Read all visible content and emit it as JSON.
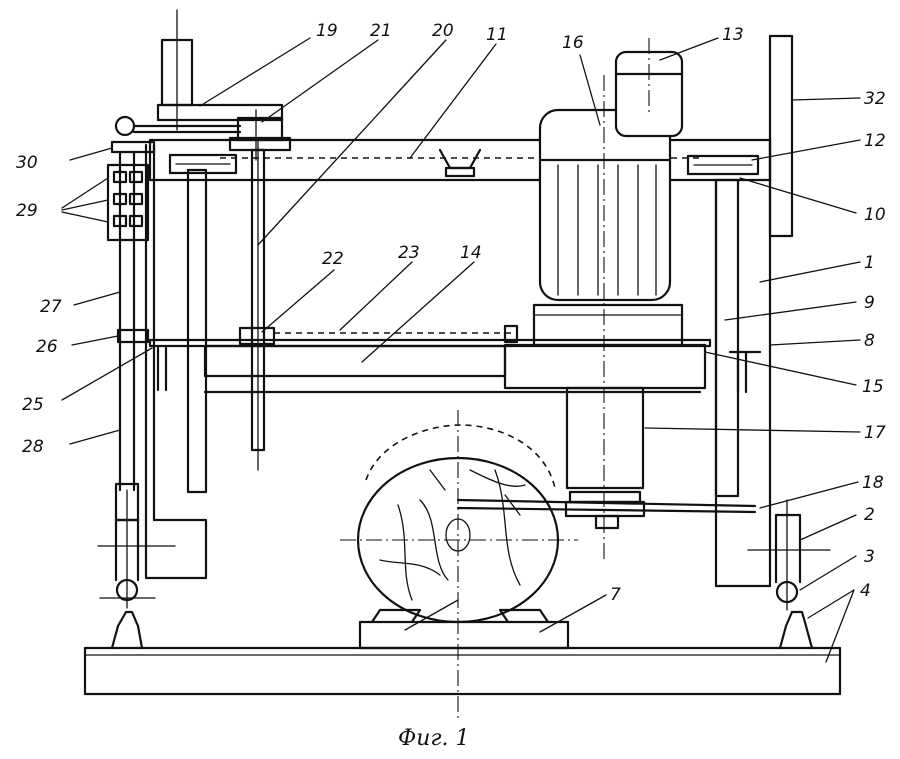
{
  "figure": {
    "caption": "Фиг. 1",
    "labels": {
      "l1": "1",
      "l2": "2",
      "l3": "3",
      "l4": "4",
      "l7": "7",
      "l8": "8",
      "l9": "9",
      "l10": "10",
      "l11": "11",
      "l12": "12",
      "l13": "13",
      "l14": "14",
      "l15": "15",
      "l16": "16",
      "l17": "17",
      "l18": "18",
      "l19": "19",
      "l20": "20",
      "l21": "21",
      "l22": "22",
      "l23": "23",
      "l25": "25",
      "l26": "26",
      "l27": "27",
      "l28": "28",
      "l29": "29",
      "l30": "30",
      "l32": "32"
    }
  }
}
